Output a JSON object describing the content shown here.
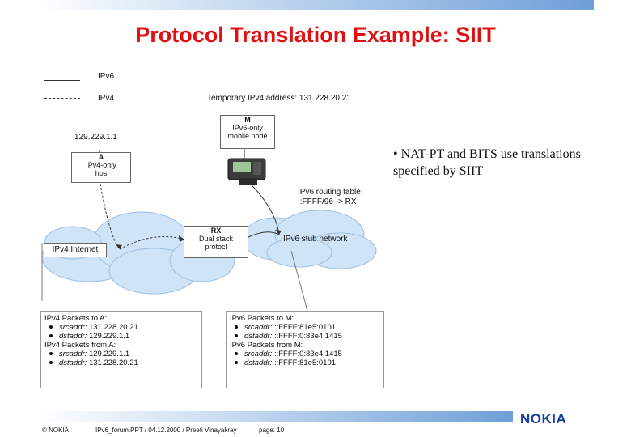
{
  "title": "Protocol Translation Example: SIIT",
  "legend": [
    {
      "label": "IPv6",
      "style": "solid"
    },
    {
      "label": "IPv4",
      "style": "dashed"
    }
  ],
  "diagram": {
    "temp_address": "Temporary IPv4 address: 131.228.20.21",
    "a_address": "129.229.1.1",
    "node_m": {
      "name": "M",
      "line1": "IPv6-only",
      "line2": "mobile node"
    },
    "node_a": {
      "name": "A",
      "line1": "IPv4-only",
      "line2": "hos"
    },
    "node_rx": {
      "name": "RX",
      "line1": "Dual stack",
      "line2": "protocl"
    },
    "routing_table": {
      "title": "IPv6 routing table:",
      "entry": "::FFFF/96 -> RX"
    },
    "ipv4_internet": "IPv4 Internet",
    "ipv6_stub": "IPv6 stub network"
  },
  "bullet": "• NAT-PT and BITS use translations specified by SIIT",
  "ipv4_packets": {
    "to_title": "IPv4 Packets to A:",
    "to_src": {
      "key": "srcaddr:",
      "val": "131.228.20.21"
    },
    "to_dst": {
      "key": "dstaddr:",
      "val": "129.229.1.1"
    },
    "from_title": "IPv4 Packets from A:",
    "from_src": {
      "key": "srcaddr:",
      "val": "129.229.1.1"
    },
    "from_dst": {
      "key": "dstaddr:",
      "val": "131.228.20.21"
    }
  },
  "ipv6_packets": {
    "to_title": "IPv6 Packets to M:",
    "to_src": {
      "key": "srcaddr:",
      "val": "::FFFF:81e5:0101"
    },
    "to_dst": {
      "key": "dstaddr:",
      "val": "::FFFF:0:83e4:1415"
    },
    "from_title": "IPv6 Packets from M:",
    "from_src": {
      "key": "srcaddr:",
      "val": "::FFFF:0:83e4:1415"
    },
    "from_dst": {
      "key": "dstaddr:",
      "val": "::FFFF:81e5:0101"
    }
  },
  "footer": {
    "copyright": "© NOKIA",
    "file": "IPv6_forum.PPT / 04.12.2000 / Preeti Vinayakray",
    "page": "page: 10"
  },
  "logo": "NOKIA",
  "colors": {
    "title": "#e01010",
    "cloud": "#cfe4f6",
    "logo": "#1b3f9c"
  }
}
